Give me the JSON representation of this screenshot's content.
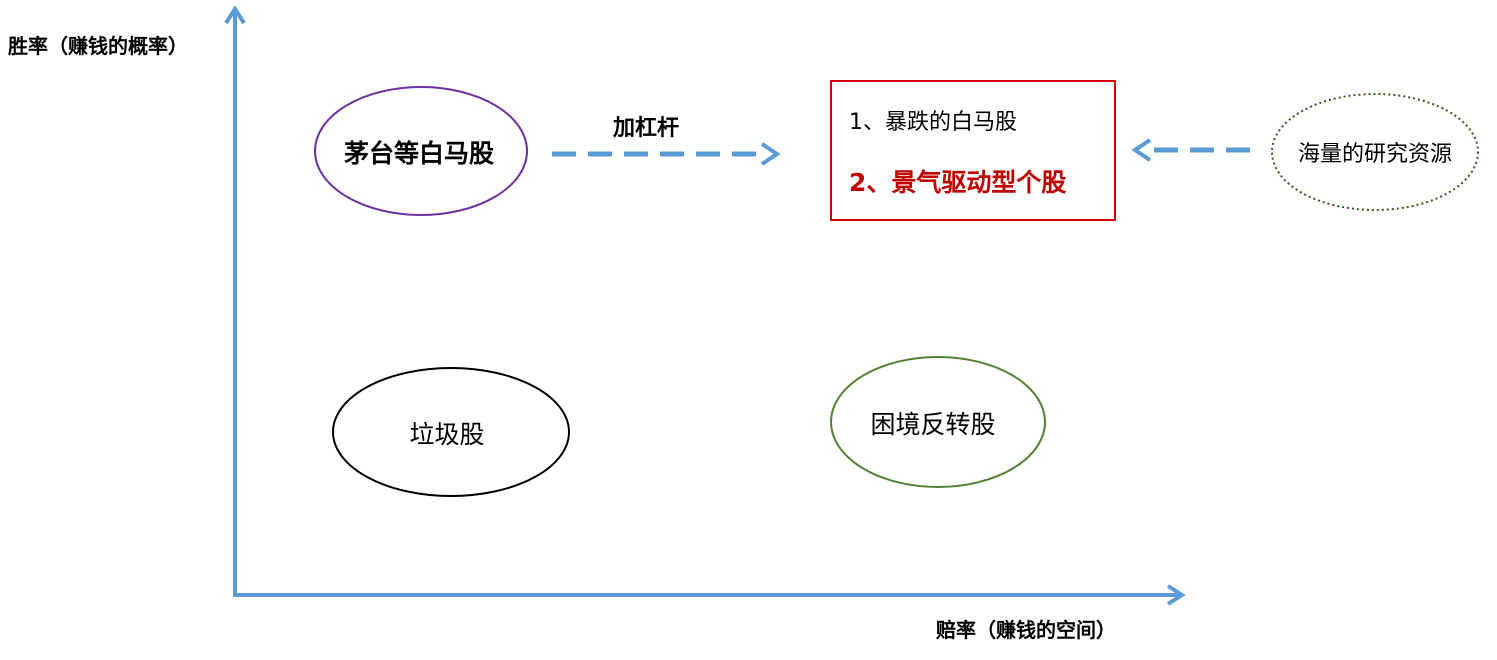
{
  "axes": {
    "y_label": "胜率（赚钱的概率）",
    "x_label": "赔率（赚钱的空间）"
  },
  "nodes": {
    "maotai": "茅台等白马股",
    "junk": "垃圾股",
    "turnaround": "困境反转股",
    "research": "海量的研究资源"
  },
  "arrows": {
    "leverage": "加杠杆"
  },
  "target_box": {
    "item1": "1、暴跌的白马股",
    "item2": "2、景气驱动型个股"
  },
  "colors": {
    "axis": "#5b9bd5",
    "arrow_dashed": "#5b9bd5",
    "maotai_border": "#7030a0",
    "turnaround_border": "#548235",
    "research_border": "#375623",
    "junk_border": "#000000",
    "box_border": "#d00000",
    "highlight_text": "#c00000"
  },
  "icons": {
    "axis_arrowheads": "open-chevron-arrowhead",
    "connector_arrowheads": "open-chevron-arrowhead"
  }
}
